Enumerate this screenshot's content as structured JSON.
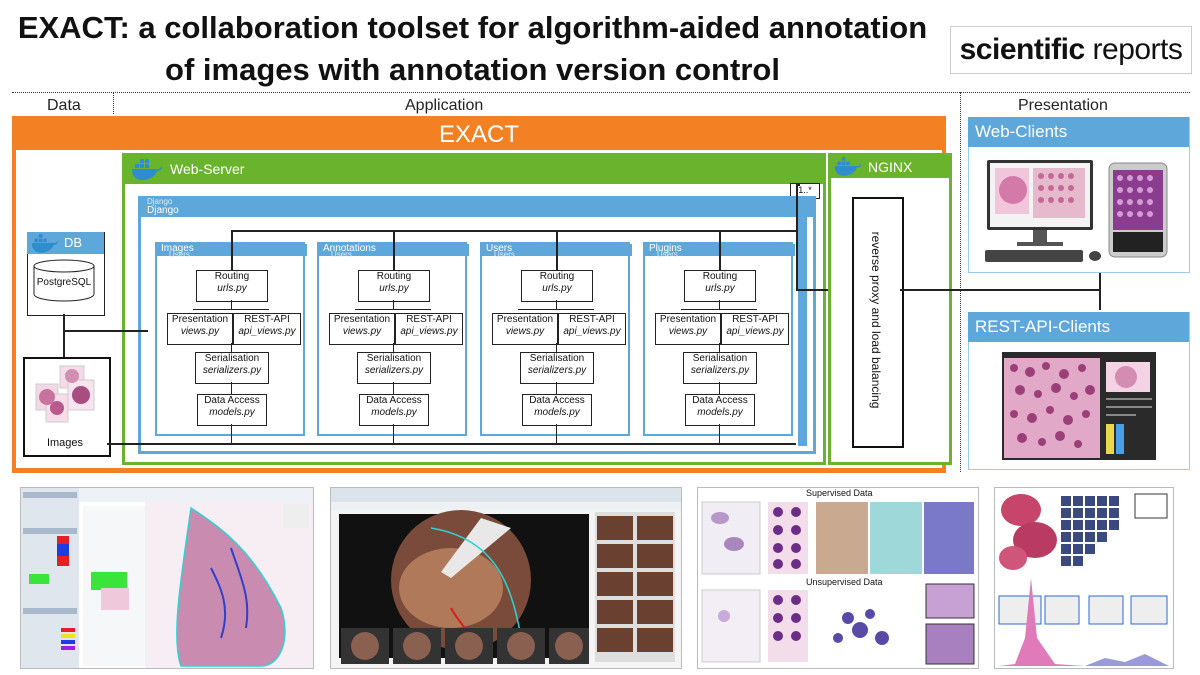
{
  "title": {
    "line1": "EXACT: a collaboration toolset for algorithm-aided annotation",
    "line2": "of images with annotation version control"
  },
  "journal": {
    "word1": "scientific",
    "word2": "reports"
  },
  "sections": {
    "data": "Data",
    "application": "Application",
    "presentation": "Presentation"
  },
  "exact": {
    "label": "EXACT"
  },
  "webserver": {
    "label": "Web-Server",
    "multiplicity": "1..*"
  },
  "django": {
    "label": "Django",
    "label_shadow": "Django"
  },
  "nginx": {
    "label": "NGINX",
    "proxy": "reverse proxy and load balancing"
  },
  "db": {
    "label": "DB",
    "engine": "PostgreSQL",
    "images": "Images"
  },
  "apps": [
    {
      "name": "Images",
      "shadow": "Users"
    },
    {
      "name": "Annotations",
      "shadow": "Users"
    },
    {
      "name": "Users",
      "shadow": "Users"
    },
    {
      "name": "Plugins",
      "shadow": "Users"
    }
  ],
  "layers": {
    "routing": {
      "title": "Routing",
      "file": "urls.py"
    },
    "presentation": {
      "title": "Presentation",
      "file": "views.py"
    },
    "restapi": {
      "title": "REST-API",
      "file": "api_views.py"
    },
    "serialisation": {
      "title": "Serialisation",
      "file": "serializers.py"
    },
    "dataaccess": {
      "title": "Data Access",
      "file": "models.py"
    }
  },
  "clients": {
    "web": "Web-Clients",
    "rest": "REST-API-Clients"
  },
  "screens": {
    "supervised": "Supervised Data",
    "unsupervised": "Unsupervised Data"
  },
  "colors": {
    "orange": "#f48024",
    "green": "#6ab42d",
    "blue": "#5ea7da"
  }
}
